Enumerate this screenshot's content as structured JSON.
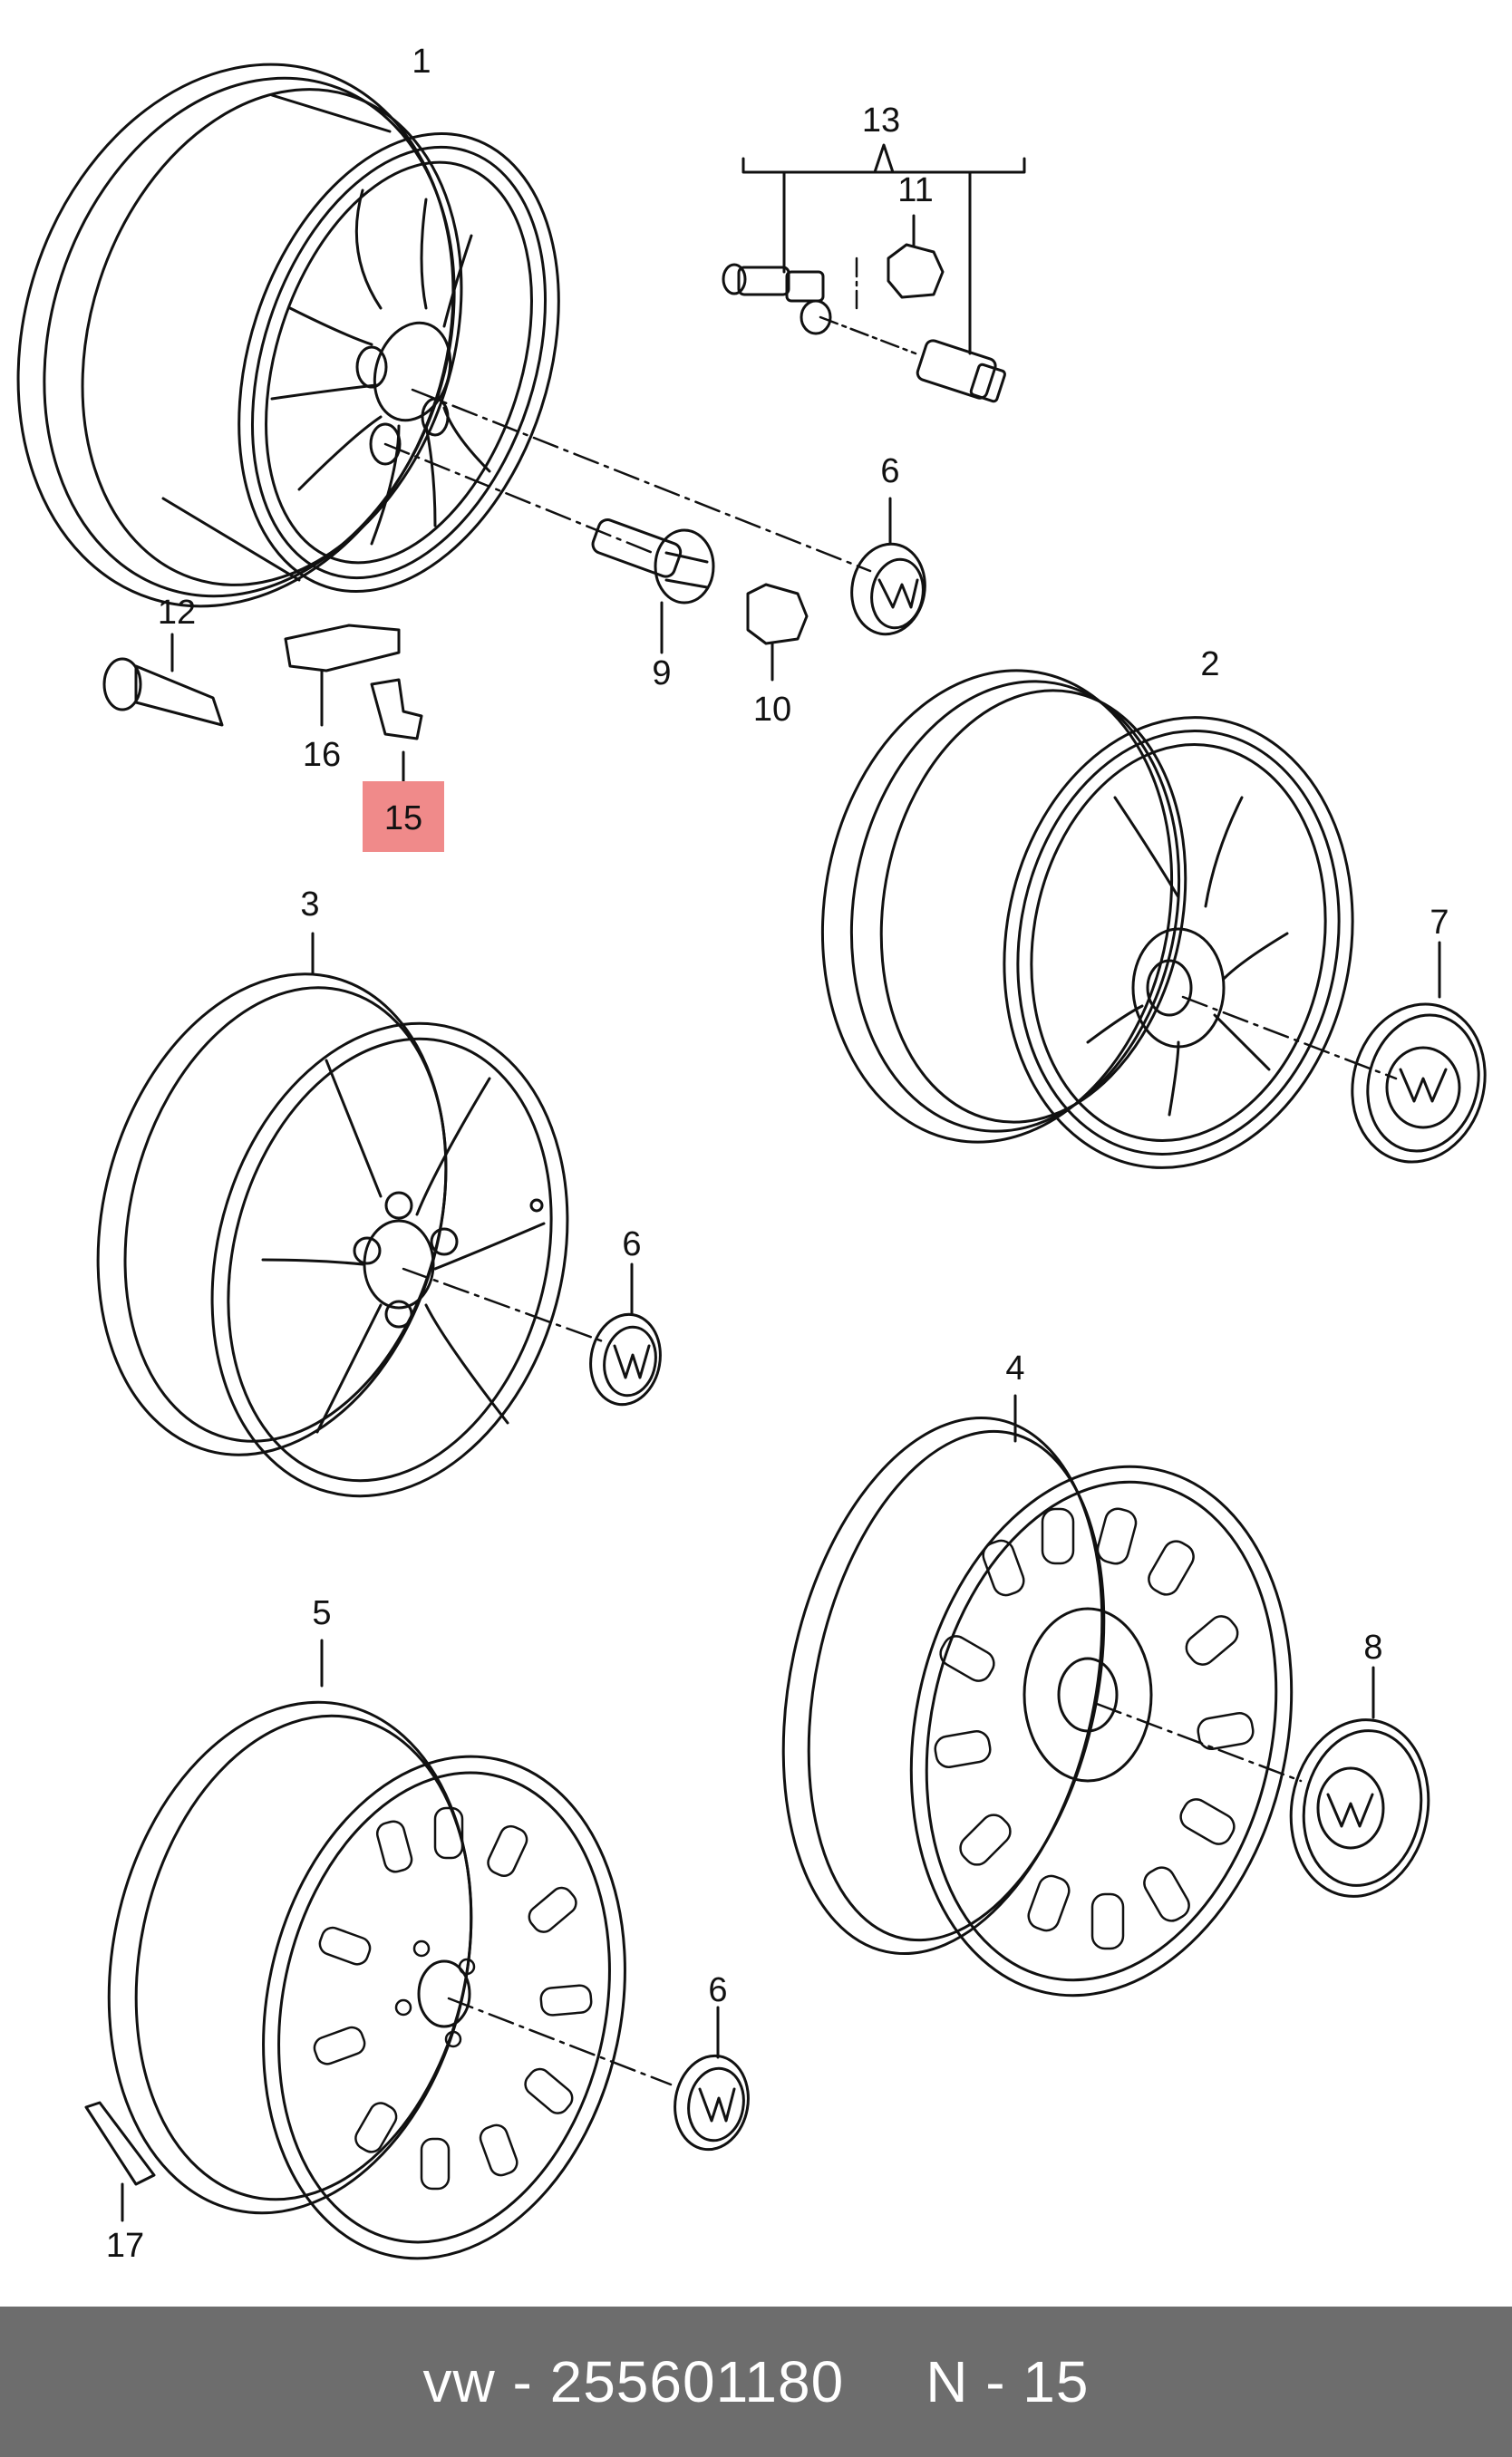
{
  "diagram": {
    "callouts": [
      "1",
      "2",
      "3",
      "4",
      "5",
      "6",
      "6",
      "6",
      "7",
      "8",
      "9",
      "10",
      "11",
      "12",
      "13",
      "15",
      "16",
      "17"
    ],
    "highlighted_callout": "15",
    "highlight_color": "#f08a8a",
    "line_color": "#111111"
  },
  "footer": {
    "part_number": "vw - 255601180",
    "position": "N - 15",
    "background": "#6d6d6d"
  }
}
